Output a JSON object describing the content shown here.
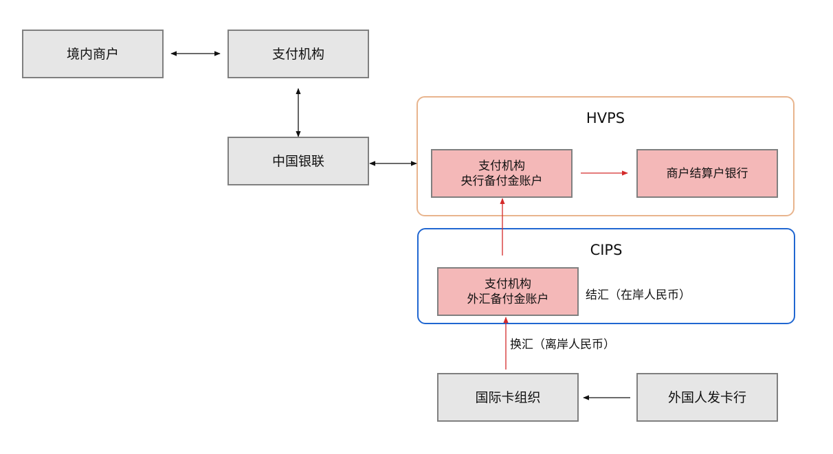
{
  "nodes": {
    "domestic_merchant": "境内商户",
    "payment_institution": "支付机构",
    "unionpay": "中国银联",
    "pi_central_reserve": {
      "line1": "支付机构",
      "line2": "央行备付金账户"
    },
    "merchant_settlement_bank": "商户结算户银行",
    "pi_fx_reserve": {
      "line1": "支付机构",
      "line2": "外汇备付金账户"
    },
    "intl_card_org": "国际卡组织",
    "foreign_issuer": "外国人发卡行"
  },
  "groups": {
    "hvps": "HVPS",
    "cips": "CIPS"
  },
  "edge_labels": {
    "settlement_onshore": "结汇（在岸人民币）",
    "exchange_offshore": "换汇（离岸人民币）"
  },
  "colors": {
    "node_gray": "#e6e6e6",
    "node_pink": "#f4b8b8",
    "node_border": "#7f7f7f",
    "hvps_border": "#e8b48d",
    "cips_border": "#1f66d1",
    "flow_red": "#d42a2a",
    "link_black": "#111111"
  }
}
